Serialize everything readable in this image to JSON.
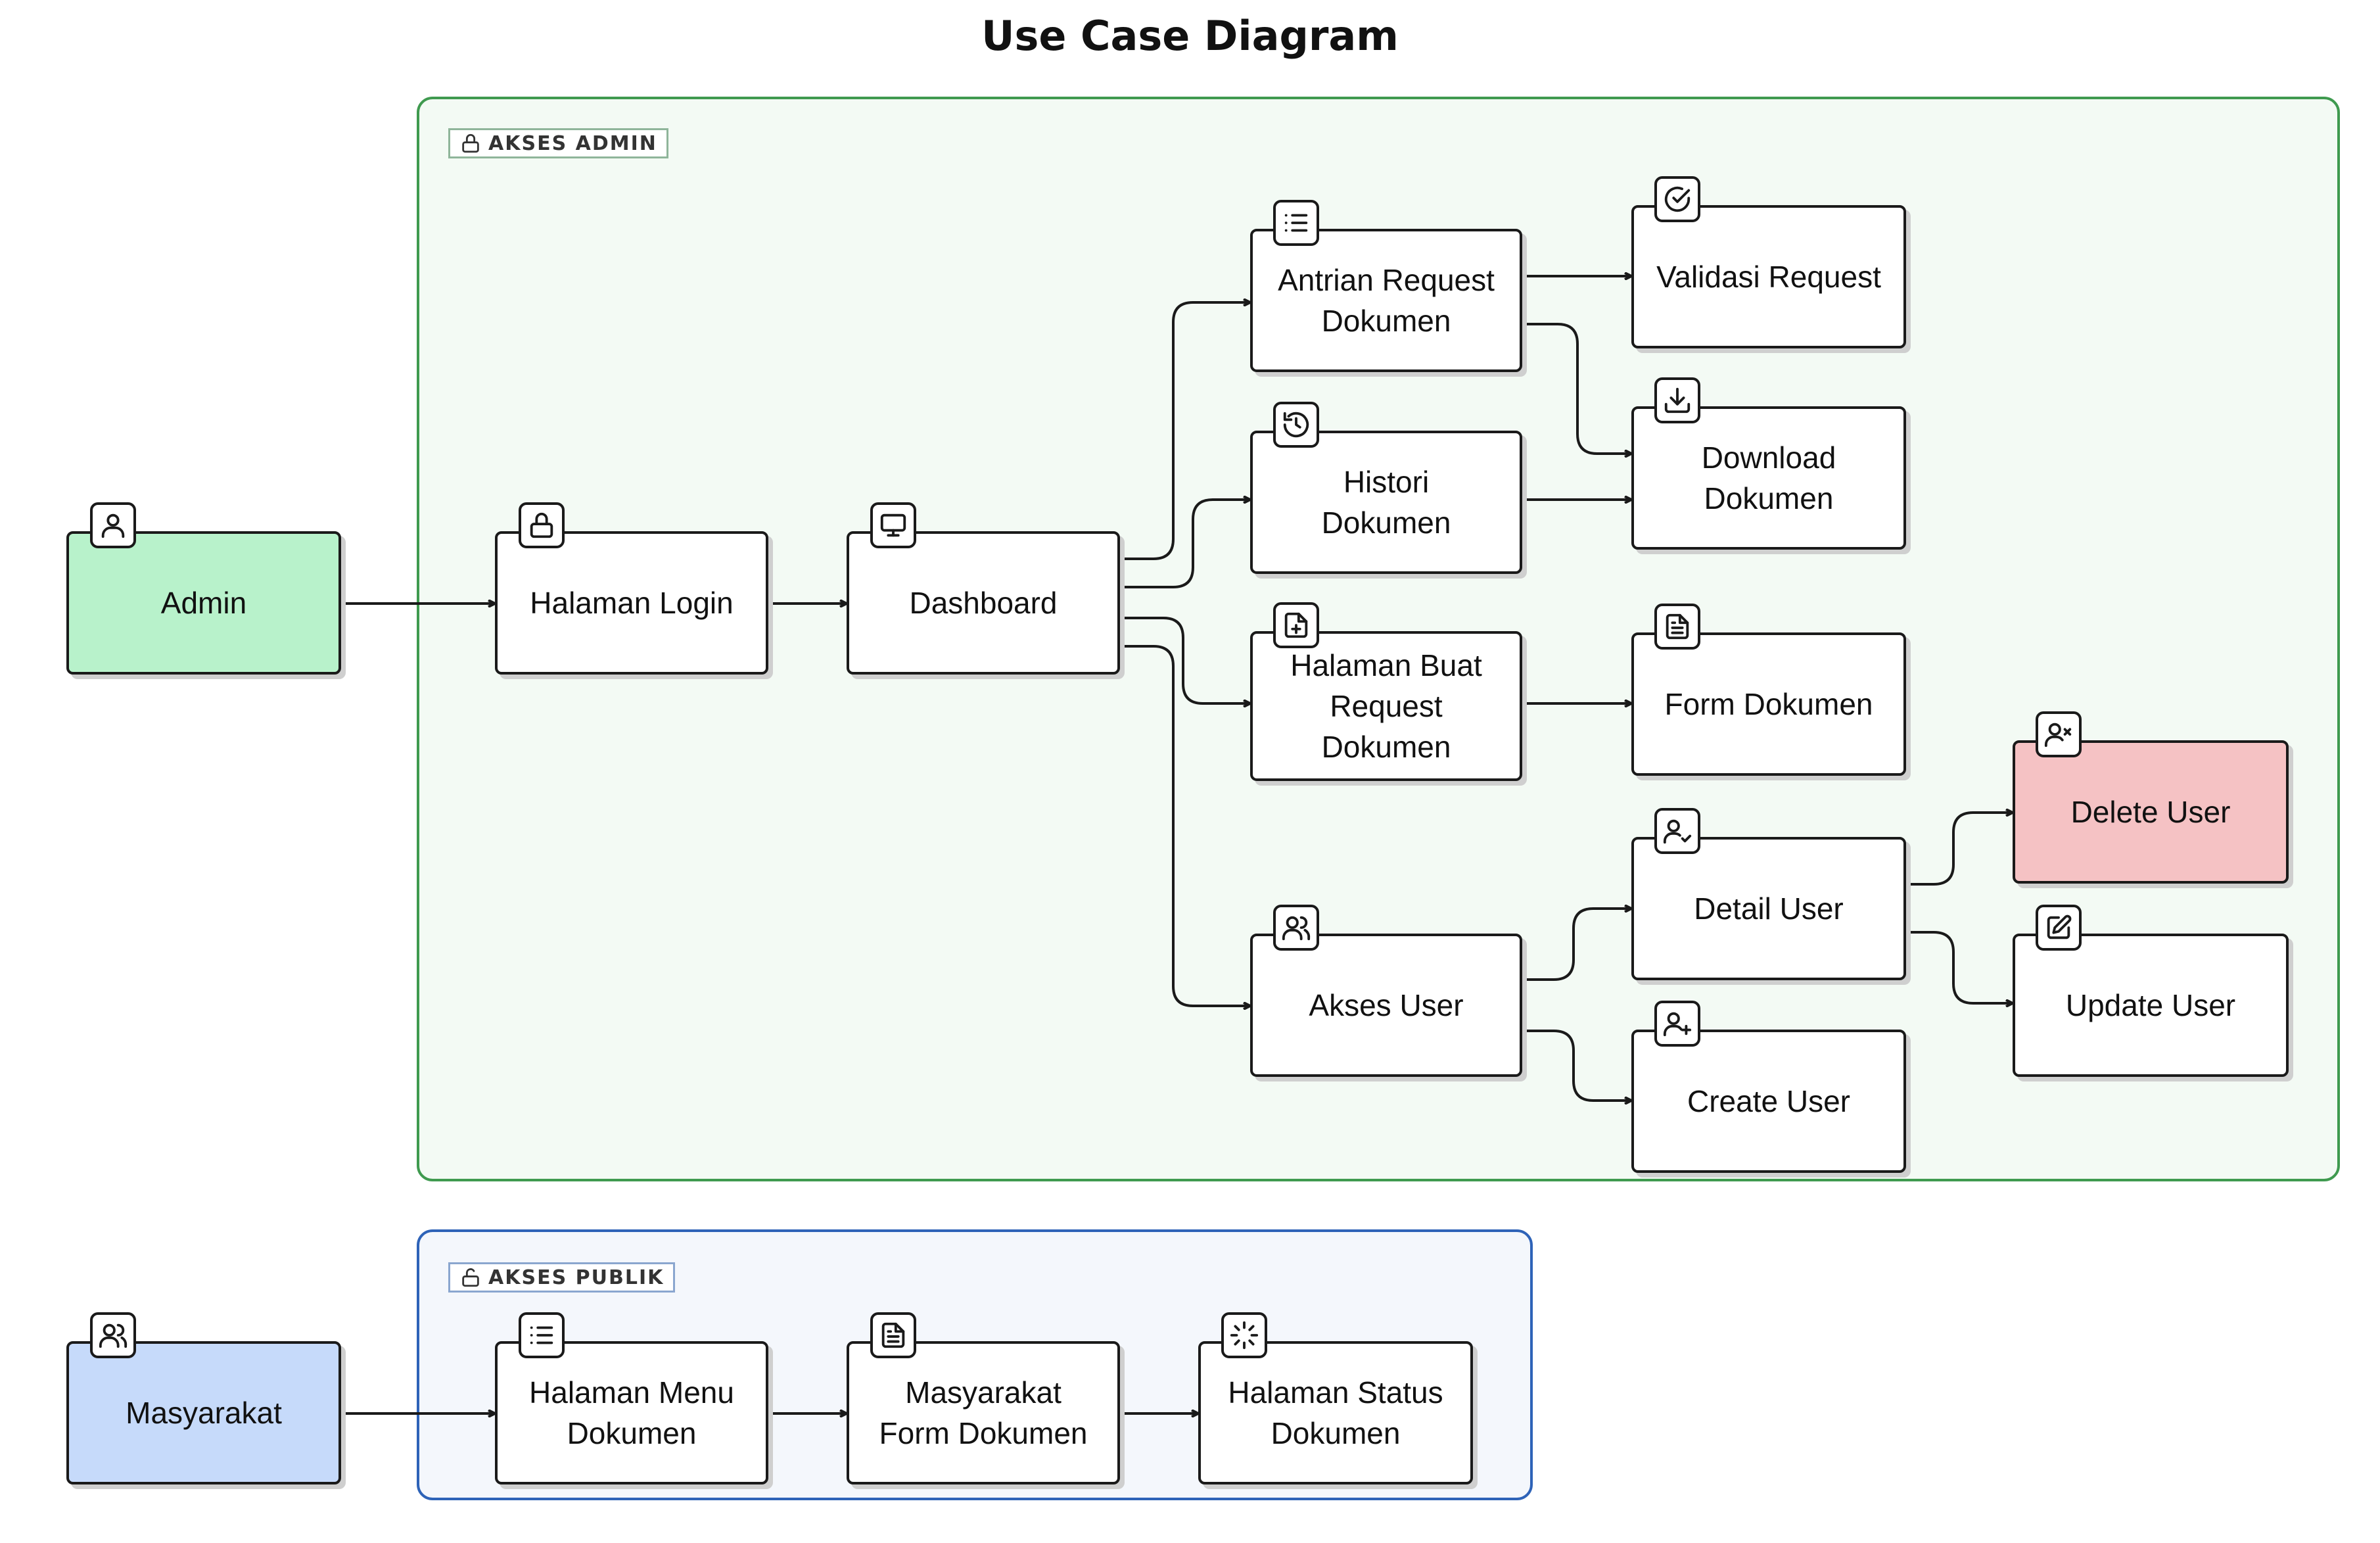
{
  "title": "Use Case Diagram",
  "groups": {
    "admin": {
      "label": "AKSES ADMIN",
      "icon": "lock-icon"
    },
    "publik": {
      "label": "AKSES PUBLIK",
      "icon": "unlock-icon"
    }
  },
  "actors": {
    "admin": {
      "label": "Admin",
      "icon": "user-icon",
      "color": "#b8f2cb"
    },
    "masyarakat": {
      "label": "Masyarakat",
      "icon": "users-icon",
      "color": "#c6dafa"
    }
  },
  "nodes": {
    "halaman_login": {
      "label": "Halaman Login",
      "icon": "lock-icon"
    },
    "dashboard": {
      "label": "Dashboard",
      "icon": "monitor-icon"
    },
    "antrian": {
      "label": "Antrian Request\nDokumen",
      "icon": "list-icon"
    },
    "histori": {
      "label": "Histori\nDokumen",
      "icon": "history-icon"
    },
    "buat_request": {
      "label": "Halaman Buat\nRequest\nDokumen",
      "icon": "file-plus-icon"
    },
    "akses_user": {
      "label": "Akses User",
      "icon": "users-icon"
    },
    "validasi": {
      "label": "Validasi Request",
      "icon": "check-circle-icon"
    },
    "download": {
      "label": "Download\nDokumen",
      "icon": "download-icon"
    },
    "form_dokumen": {
      "label": "Form Dokumen",
      "icon": "file-text-icon"
    },
    "detail_user": {
      "label": "Detail User",
      "icon": "user-check-icon"
    },
    "create_user": {
      "label": "Create User",
      "icon": "user-plus-icon"
    },
    "delete_user": {
      "label": "Delete User",
      "icon": "user-x-icon",
      "color": "#f5c2c4"
    },
    "update_user": {
      "label": "Update User",
      "icon": "edit-icon"
    },
    "menu_dokumen": {
      "label": "Halaman Menu\nDokumen",
      "icon": "list-icon"
    },
    "mas_form": {
      "label": "Masyarakat\nForm Dokumen",
      "icon": "file-text-icon"
    },
    "status": {
      "label": "Halaman Status\nDokumen",
      "icon": "loader-icon"
    }
  }
}
